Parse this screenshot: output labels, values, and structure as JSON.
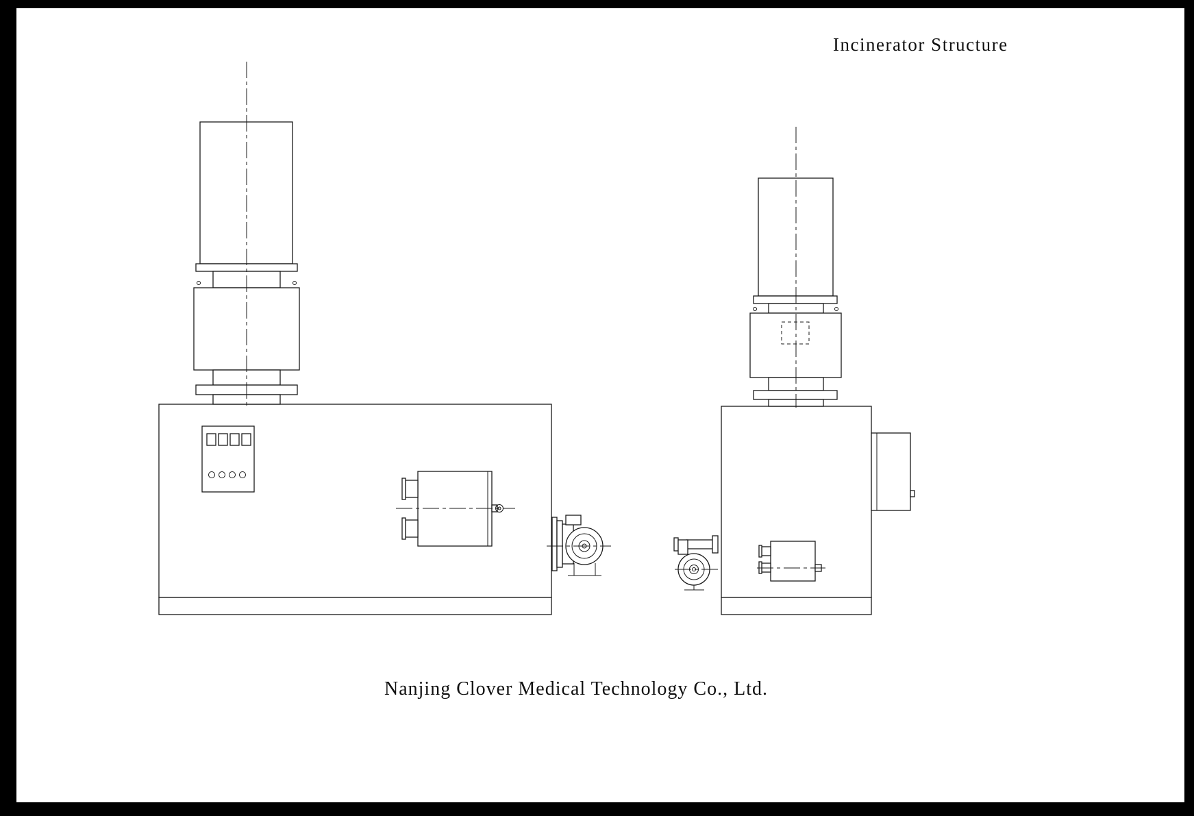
{
  "page": {
    "title": "Incinerator Structure",
    "company": "Nanjing Clover Medical Technology Co., Ltd."
  },
  "drawing": {
    "views": [
      {
        "name": "front-view",
        "parts": [
          "chimney-stack",
          "flange",
          "secondary-chamber",
          "main-chamber",
          "control-panel",
          "burner",
          "draft-fan"
        ]
      },
      {
        "name": "side-view",
        "parts": [
          "chimney-stack",
          "flange",
          "secondary-chamber",
          "main-chamber",
          "access-door",
          "burner",
          "draft-fan"
        ]
      }
    ],
    "colors": {
      "frame": "#000000",
      "background": "#ffffff",
      "line": "#1a1a1a"
    }
  }
}
